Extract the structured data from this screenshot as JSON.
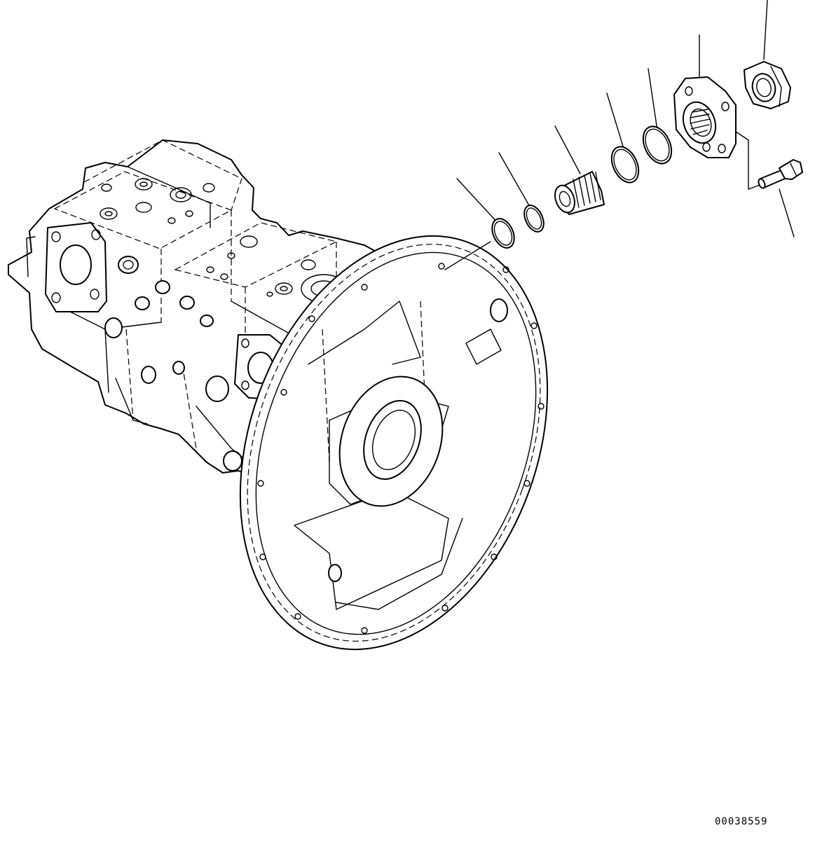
{
  "figure_number": "00038559",
  "parts": [
    {
      "name": "o-ring-large"
    },
    {
      "name": "o-ring-small"
    },
    {
      "name": "threaded-bushing"
    },
    {
      "name": "o-ring-medium"
    },
    {
      "name": "o-ring-outer"
    },
    {
      "name": "split-flange"
    },
    {
      "name": "hex-nut"
    },
    {
      "name": "flange-bolt"
    }
  ]
}
